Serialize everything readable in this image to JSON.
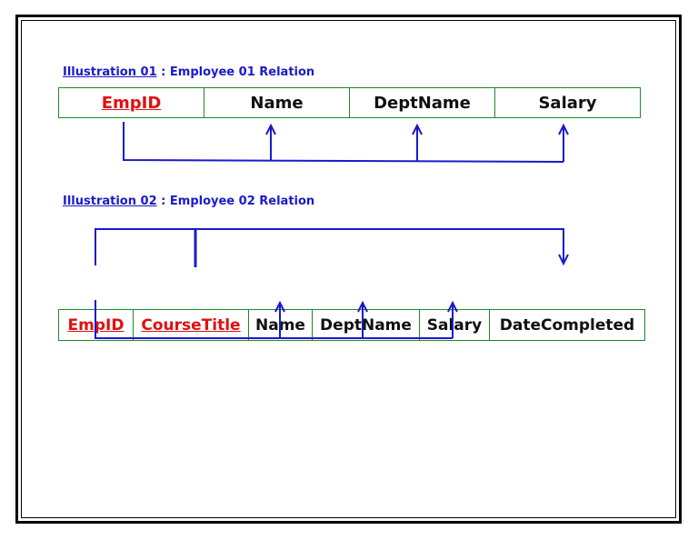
{
  "illustration1": {
    "label": "Illustration 01",
    "separator": " : ",
    "title": "Employee 01 Relation",
    "attributes": [
      {
        "name": "EmpID",
        "key": true
      },
      {
        "name": "Name",
        "key": false
      },
      {
        "name": "DeptName",
        "key": false
      },
      {
        "name": "Salary",
        "key": false
      }
    ]
  },
  "illustration2": {
    "label": "Illustration 02",
    "separator": " : ",
    "title": "Employee 02 Relation",
    "attributes": [
      {
        "name": "EmpID",
        "key": true
      },
      {
        "name": "CourseTitle",
        "key": true
      },
      {
        "name": "Name",
        "key": false
      },
      {
        "name": "DeptName",
        "key": false
      },
      {
        "name": "Salary",
        "key": false
      },
      {
        "name": "DateCompleted",
        "key": false
      }
    ]
  },
  "colors": {
    "arrow": "#1a1acc",
    "key_text": "#e01010",
    "table_border": "#1f8a2a"
  }
}
